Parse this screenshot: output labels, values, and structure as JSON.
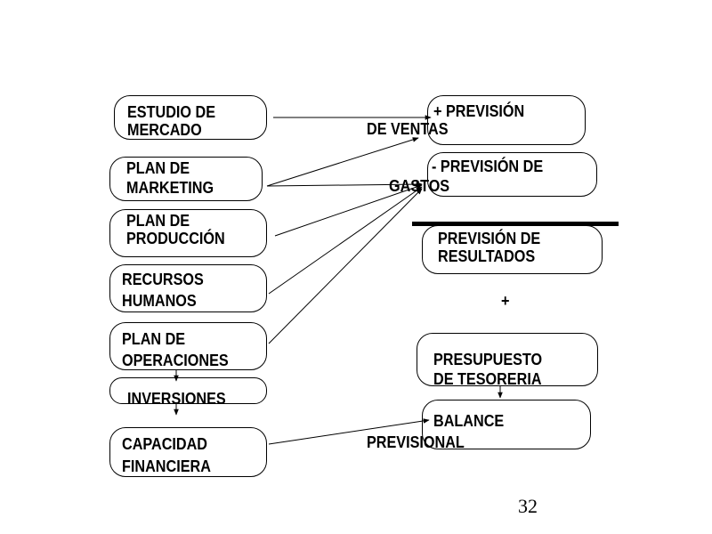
{
  "left": {
    "estudio_mercado": "ESTUDIO DE\nMERCADO",
    "plan_marketing": "PLAN DE\nMARKETING",
    "plan_produccion": "PLAN DE\nPRODUCCIÓN",
    "recursos_humanos": "RECURSOS\nHUMANOS",
    "plan_operaciones": "PLAN DE\nOPERACIONES",
    "inversiones": "INVERSIONES",
    "capacidad_financiera": "CAPACIDAD\nFINANCIERA"
  },
  "right": {
    "prevision_ventas": "+ PREVISIÓN",
    "prevision_ventas_line2": "DE VENTAS",
    "prevision_gastos": "- PREVISIÓN DE",
    "prevision_gastos_line2": "GASTOS",
    "prevision_resultados": "PREVISIÓN DE\nRESULTADOS",
    "plus_sign": "+",
    "presupuesto_tesoreria": "PRESUPUESTO\nDE TESORERIA",
    "balance": "BALANCE",
    "balance_line2": "PREVISIONAL"
  },
  "page_number": "32"
}
